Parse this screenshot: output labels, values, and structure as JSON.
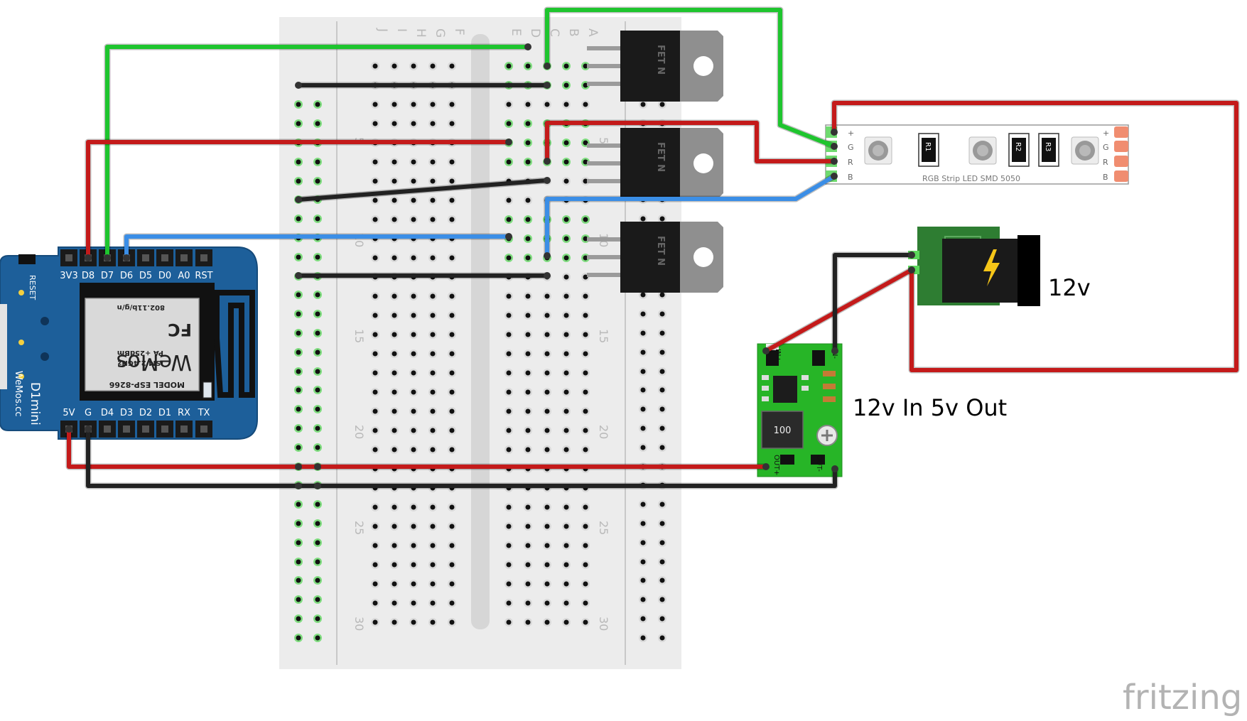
{
  "board": {
    "top_pins": [
      "3V3",
      "D8",
      "D7",
      "D6",
      "D5",
      "D0",
      "A0",
      "RST"
    ],
    "bottom_pins": [
      "5V",
      "G",
      "D4",
      "D3",
      "D2",
      "D1",
      "RX",
      "TX"
    ],
    "reset_label": "RESET",
    "name_line1": "D1",
    "name_line2": "mini",
    "site": "WeMos.cc",
    "chip_model": "MODEL  ESP-8266",
    "chip_ism": "ISM 2.4GHz",
    "chip_pa": "PA +25dBm",
    "chip_wifi": "802.11b/g/n",
    "chip_fc": "FC",
    "chip_logo": "WeMos"
  },
  "breadboard": {
    "left_cols": [
      "J",
      "I",
      "H",
      "G",
      "F"
    ],
    "right_cols": [
      "E",
      "D",
      "C",
      "B",
      "A"
    ],
    "row_numbers": [
      "5",
      "10",
      "15",
      "20",
      "25",
      "30"
    ]
  },
  "mosfets": {
    "label": "FET N"
  },
  "led_strip": {
    "label": "RGB Strip LED SMD 5050",
    "left_pins": [
      "+",
      "G",
      "R",
      "B"
    ],
    "right_pins": [
      "+",
      "G",
      "R",
      "B"
    ],
    "resistors": [
      "R1",
      "R2",
      "R3"
    ]
  },
  "power_jack": {
    "label": "12v"
  },
  "converter": {
    "label": "12v In 5v Out",
    "in_minus": "IN-",
    "in_plus": "IN+",
    "out_plus": "OUT+",
    "out_minus": "OUT-",
    "inductor": "100"
  },
  "watermark": "fritzing",
  "colors": {
    "wire_green": "#1ec52e",
    "wire_red": "#c41a1a",
    "wire_blue": "#3b8ee6",
    "wire_black": "#222222",
    "board_blue": "#1d5f9a",
    "breadboard": "#ececec"
  }
}
